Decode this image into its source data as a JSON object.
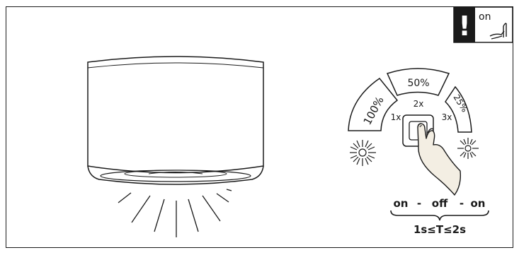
{
  "warning": {
    "symbol": "!",
    "label": "on"
  },
  "dimmer": {
    "levels": [
      {
        "text": "100%",
        "press": "1x"
      },
      {
        "text": "50%",
        "press": "2x"
      },
      {
        "text": "25%",
        "press": "3x"
      }
    ]
  },
  "sequence": {
    "steps": [
      "on",
      "-",
      "off",
      "-",
      "on"
    ],
    "timing": "1s≤T≤2s"
  },
  "colors": {
    "line": "#1a1a1a",
    "warning_bg": "#1a1a1a",
    "hand_fill": "#f3eee3"
  }
}
